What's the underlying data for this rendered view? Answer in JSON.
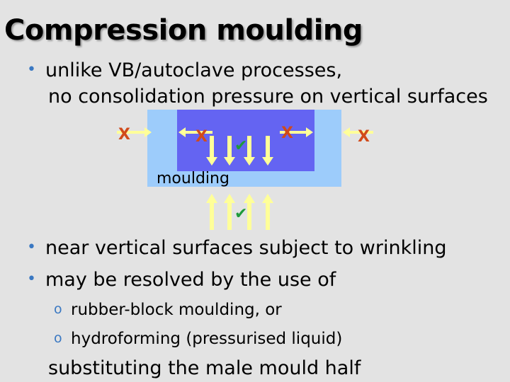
{
  "title": "Compression moulding",
  "bullets": {
    "b1_line1": "unlike VB/autoclave processes,",
    "b1_line2": "no consolidation pressure on vertical surfaces",
    "b2": "near vertical surfaces subject to wrinkling",
    "b3": "may be resolved by the use of",
    "sub1": "rubber-block moulding, or",
    "sub2": "hydroforming (pressurised liquid)",
    "trailing": "substituting the male mould half"
  },
  "diagram": {
    "label": "moulding",
    "marks": {
      "cross1": "X",
      "cross2": "X",
      "cross3": "X",
      "cross4": "X",
      "check1": "✔",
      "check2": "✔"
    },
    "colors": {
      "mould_outer": "#9dccfb",
      "mould_inner": "#6464f2",
      "arrow": "#ffff99",
      "cross": "#d14a1a",
      "check": "#1e9a3a"
    }
  }
}
